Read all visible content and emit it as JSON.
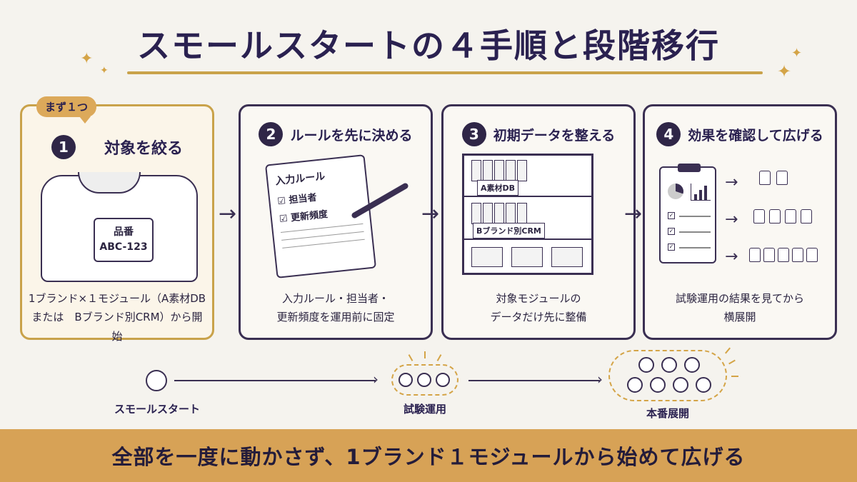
{
  "title": "スモールスタートの４手順と段階移行",
  "badge": "まず１つ",
  "steps": [
    {
      "num": "1",
      "title": "対象を絞る",
      "caption_line1": "1ブランド×１モジュール（A素材DB",
      "caption_line2": "または　Bブランド別CRM）から開始",
      "tag_line1": "品番",
      "tag_line2": "ABC-123"
    },
    {
      "num": "2",
      "title": "ルールを先に決める",
      "caption_line1": "入力ルール・担当者・",
      "caption_line2": "更新頻度を運用前に固定",
      "nb_title": "入力ルール",
      "nb_item1": "☑ 担当者",
      "nb_item2": "☑ 更新頻度"
    },
    {
      "num": "3",
      "title": "初期データを整える",
      "caption_line1": "対象モジュールの",
      "caption_line2": "データだけ先に整備",
      "shelf_label1": "A素材DB",
      "shelf_label2": "Bブランド別CRM"
    },
    {
      "num": "4",
      "title": "効果を確認して広げる",
      "caption_line1": "試験運用の結果を見てから",
      "caption_line2": "横展開"
    }
  ],
  "timeline": {
    "stage1": "スモールスタート",
    "stage2": "試験運用",
    "stage3": "本番展開"
  },
  "footer": "全部を一度に動かさず、1ブランド１モジュールから始めて広げる",
  "colors": {
    "accent": "#d7a256",
    "ink": "#2a2150",
    "background": "#f5f3ee"
  }
}
